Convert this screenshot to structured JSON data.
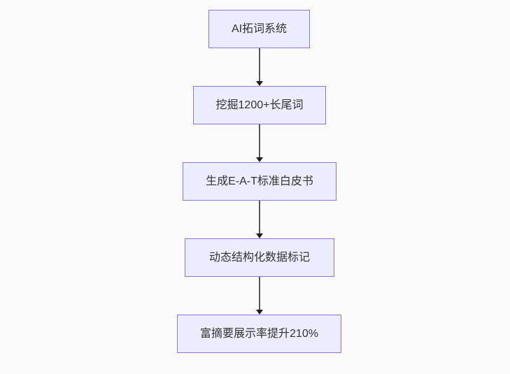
{
  "diagram": {
    "type": "flowchart",
    "direction": "top-down",
    "nodes": [
      {
        "id": "n1",
        "label": "AI拓词系统"
      },
      {
        "id": "n2",
        "label": "挖掘1200+长尾词"
      },
      {
        "id": "n3",
        "label": "生成E-A-T标准白皮书"
      },
      {
        "id": "n4",
        "label": "动态结构化数据标记"
      },
      {
        "id": "n5",
        "label": "富摘要展示率提升210%"
      }
    ],
    "edges": [
      {
        "from": "n1",
        "to": "n2"
      },
      {
        "from": "n2",
        "to": "n3"
      },
      {
        "from": "n3",
        "to": "n4"
      },
      {
        "from": "n4",
        "to": "n5"
      }
    ],
    "colors": {
      "background": "#FAFAFA",
      "node_fill": "#ECECFF",
      "node_border": "#9370DB",
      "text": "#333333",
      "arrow_line": "#565656",
      "arrow_head": "#1F1F1F"
    }
  }
}
